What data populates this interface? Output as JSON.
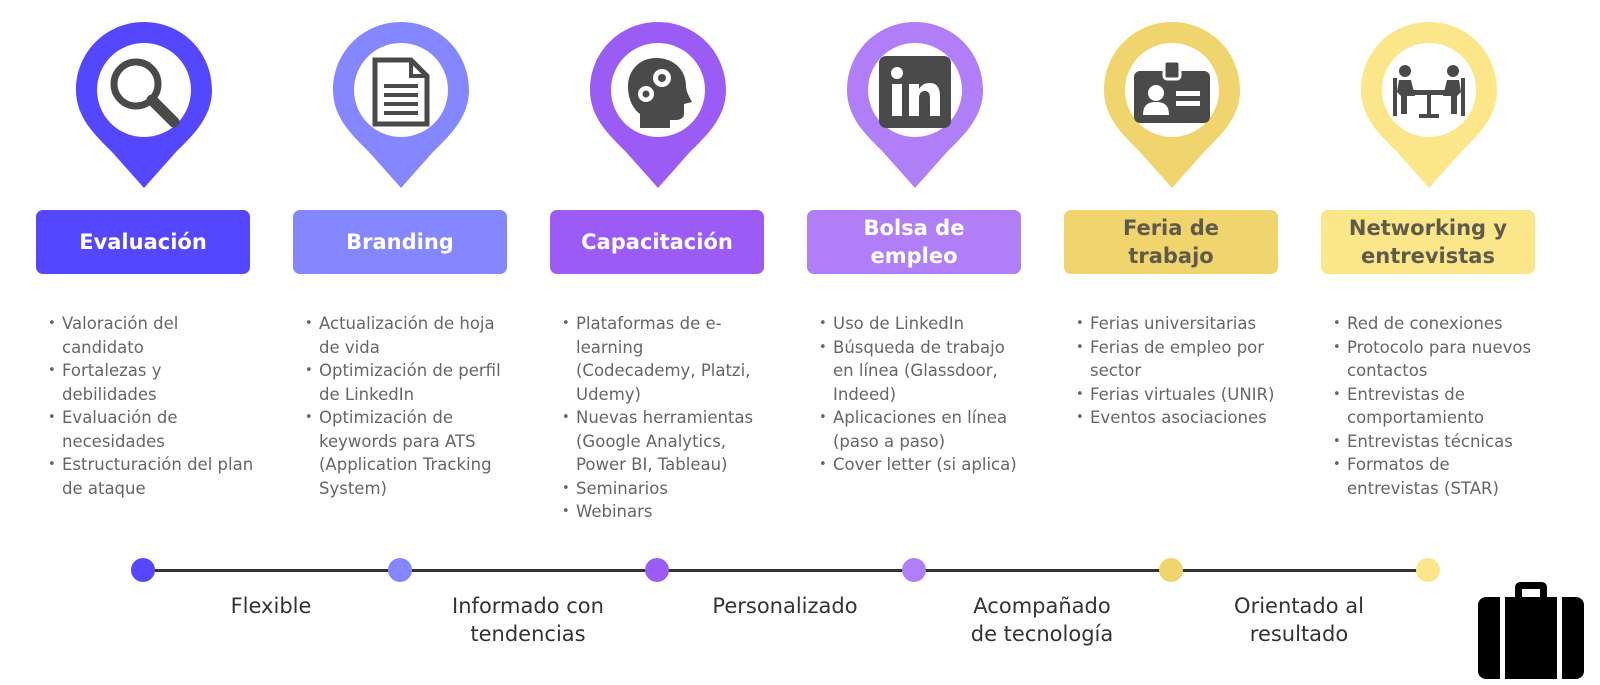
{
  "columns": [
    {
      "title": "Evaluación",
      "color": "#5447ff",
      "text_style": "light",
      "icon": "magnifier-icon",
      "bullets": [
        "Valoración del candidato",
        "Fortalezas y debilidades",
        "Evaluación de necesidades",
        "Estructuración del plan de ataque"
      ]
    },
    {
      "title": "Branding",
      "color": "#8487ff",
      "text_style": "light",
      "icon": "document-icon",
      "bullets": [
        "Actualización de hoja de vida",
        "Optimización de perfil de LinkedIn",
        "Optimización de keywords para ATS (Application Tracking System)"
      ]
    },
    {
      "title": "Capacitación",
      "color": "#9b5cf6",
      "text_style": "light",
      "icon": "head-gears-icon",
      "bullets": [
        "Plataformas de e-learning (Codecademy, Platzi, Udemy)",
        "Nuevas herramientas (Google Analytics, Power BI, Tableau)",
        "Seminarios",
        "Webinars"
      ]
    },
    {
      "title": "Bolsa de\nempleo",
      "color": "#b07ff7",
      "text_style": "light",
      "icon": "linkedin-icon",
      "bullets": [
        "Uso de LinkedIn",
        "Búsqueda de trabajo en línea (Glassdoor, Indeed)",
        "Aplicaciones en línea (paso a paso)",
        "Cover letter (si aplica)"
      ]
    },
    {
      "title": "Feria de\ntrabajo",
      "color": "#f0d46e",
      "text_style": "dark",
      "icon": "id-badge-icon",
      "bullets": [
        "Ferias universitarias",
        "Ferias de empleo por sector",
        "Ferias virtuales (UNIR)",
        "Eventos asociaciones"
      ]
    },
    {
      "title": "Networking y\nentrevistas",
      "color": "#fbe68a",
      "text_style": "dark",
      "icon": "meeting-table-icon",
      "bullets": [
        "Red de conexiones",
        "Protocolo para nuevos contactos",
        "Entrevistas de comportamiento",
        "Entrevistas técnicas",
        "Formatos de entrevistas (STAR)"
      ]
    }
  ],
  "timeline": {
    "line_color": "#333333",
    "labels": [
      "Flexible",
      "Informado con\ntendencias",
      "Personalizado",
      "Acompañado\nde tecnología",
      "Orientado al\nresultado"
    ]
  },
  "icon_color": "#4a4a4a",
  "end_icon": "briefcase-icon"
}
